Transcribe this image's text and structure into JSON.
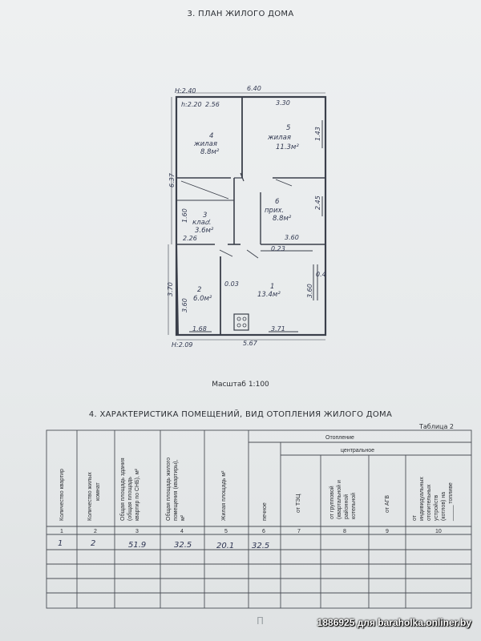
{
  "section3_title": "3. ПЛАН ЖИЛОГО ДОМА",
  "plan": {
    "dims": {
      "top_height": "H:2.40",
      "top_width": "6.40",
      "inner_height": "h:2.20",
      "room4_width": "2.56",
      "room5_width": "3.30",
      "room5_side": "1.43",
      "left_height": "6.37",
      "room3_height": "1.60",
      "room3_width": "2.26",
      "room6_side": "2.45",
      "room6_width": "3.60",
      "porch": "0.23",
      "lower_left": "3.70",
      "room2_height": "3.60",
      "door_mark": "0.03",
      "room1_height": "3.60",
      "corner": "0.4",
      "room2_width": "1.68",
      "room1_width": "3.71",
      "bottom_height": "H:2.09",
      "bottom_width": "5.67"
    },
    "rooms": [
      {
        "num": "4",
        "name": "жилая",
        "area": "8.8м²"
      },
      {
        "num": "5",
        "name": "жилая",
        "area": "11.3м²"
      },
      {
        "num": "3",
        "name": "кла𝑑.",
        "area": "3.6м²"
      },
      {
        "num": "6",
        "name": "прих.",
        "area": "8.8м²"
      },
      {
        "num": "2",
        "name": "",
        "area": "6.0м²"
      },
      {
        "num": "1",
        "name": "",
        "area": "13.4м²"
      }
    ]
  },
  "scale_label": "Масштаб 1:100",
  "section4_title": "4. ХАРАКТЕРИСТИКА ПОМЕЩЕНИЙ, ВИД ОТОПЛЕНИЯ ЖИЛОГО ДОМА",
  "table_caption": "Таблица 2",
  "table": {
    "headers": [
      "Количество квартир",
      "Количество жилых комнат",
      "Общая площадь здания (общая площадь квартир по СНБ), м²",
      "Общая площадь жилого помещения (квартиры), м²",
      "Жилая площадь м²",
      "печное"
    ],
    "heating_title": "Отопление",
    "central_title": "центральное",
    "heating_cols": [
      "от ТЭЦ",
      "от групповой (квартальной и районной котельной",
      "от АГВ",
      "от индивидуальных отопительных устройств (котлов) на ____ топливе"
    ],
    "col_numbers": [
      "1",
      "2",
      "3",
      "4",
      "5",
      "6",
      "7",
      "8",
      "9",
      "10"
    ],
    "row1": [
      "1",
      "2",
      "51.9",
      "32.5",
      "20.1",
      "32.5"
    ]
  },
  "footer_text": "П",
  "watermark": "1886925 для baraholka.onliner.by"
}
